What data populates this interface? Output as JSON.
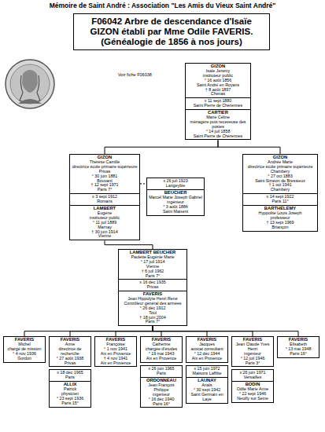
{
  "diagram": {
    "title": "F06042 Arbre de descendance d'Isaïe GIZON établi par Mme Odile FAVERIS. (Généalogie de 1856 à nos jours)",
    "nodes": [
      {
        "text": [
          "GIZON",
          "Isaïe Jeremy",
          "instituteur public",
          "° 16 août 1856",
          "Saint André en Royans",
          "† 8 août 1897",
          "Chenas"
        ]
      },
      {
        "text": [
          "x 11 sept 1880",
          "Saint Pierre de Chérennes"
        ]
      },
      {
        "text": [
          "CARTIER",
          "Marie Céline",
          "ménagère puis receveuse des postes",
          "° 14 juil 1858",
          "Saint Pierre de Chérennes"
        ]
      },
      {
        "text": [
          "GIZON",
          "Thérèse Camille",
          "directrice école primaire supérieure Privas",
          "° 30 juin 1881",
          "Bouvant",
          "† 12 sept 1971",
          "Paris 7°"
        ]
      },
      {
        "text": [
          "x 26 juil 1923",
          "Langeybie"
        ]
      },
      {
        "text": [
          "BEUCHER",
          "Marcel Marie Joseph Gabriel",
          "ingénieur",
          "° 3 août 1884",
          "Saint Maixent"
        ]
      },
      {
        "text": [
          "GIZON",
          "Andrée Marie",
          "directrice école primaire supérieure Chambéry",
          "° 27 oct 1883",
          "Saint Siméon de Bressieux",
          "† 1 oct 1941",
          "Chambéry"
        ]
      },
      {
        "text": [
          "x 3 sept 1912",
          "Romans"
        ]
      },
      {
        "text": [
          "LAMBERT",
          "Eugène",
          "instituteur public",
          "° 11 juil 1889",
          "Marnay",
          "† 30 juin 1914",
          "Vienne"
        ]
      },
      {
        "text": [
          "x 14 sept 1922",
          "Paris 11°"
        ]
      },
      {
        "text": [
          "BARTHELEMY",
          "Hyppolite Louis Joseph",
          "professeur",
          "† 13 sept 1969",
          "Briançon"
        ]
      },
      {
        "text": [
          "LAMBERT BEUCHER",
          "Paulette Eugénie Marie",
          "° 17 juil 1914",
          "Vienne",
          "† 6 juil 1962",
          "Paris 7°"
        ]
      },
      {
        "text": [
          "x 16 déc 1935",
          "Privas"
        ]
      },
      {
        "text": [
          "FAVERIS",
          "Jean Hippolyte Henri René",
          "Contrôleur général des armées",
          "° 26 déc 1912",
          "Toul",
          "† 18 juin 2004",
          "Paris 7°"
        ]
      },
      {
        "text": [
          "FAVERIS",
          "Michel",
          "chargé de mission",
          "° 4 nov 1936",
          "Gordon"
        ]
      },
      {
        "text": [
          "FAVERIS",
          "Anne",
          "directrice de recherche",
          "° 27 août 1938",
          "Privas"
        ]
      },
      {
        "text": [
          "FAVERIS",
          "Françoise",
          "° 1 nov 1941",
          "Aix en Provence",
          "† 4 nov 1941",
          "Aix en Provence"
        ]
      },
      {
        "text": [
          "FAVERIS",
          "Catherine",
          "chargée d'études",
          "° 19 mai 1943",
          "Aix en Provence"
        ]
      },
      {
        "text": [
          "FAVERIS",
          "Jacques",
          "avocat consultant",
          "° 12 déc 1944",
          "Aix en Provence"
        ]
      },
      {
        "text": [
          "FAVERIS",
          "Jean Claude Yves Henri",
          "ingénieur",
          "° 12 juil 1946",
          "Paris 3°"
        ]
      },
      {
        "text": [
          "FAVERIS",
          "Elisabeth",
          "° 13 mai 1948",
          "Paris 16°"
        ]
      },
      {
        "text": [
          "x 18 déc 1965",
          "Paris"
        ]
      },
      {
        "text": [
          "ALLIX",
          "Patrick",
          "physicien",
          "° 23 sept 1936",
          "Paris 15°"
        ]
      },
      {
        "text": [
          "x 26 juin 1965",
          "Paris"
        ]
      },
      {
        "text": [
          "ORDONNEAU",
          "Jean François Philippe",
          "ingénieur",
          "° 16 déc 1940",
          "Paris 16°"
        ]
      },
      {
        "text": [
          "x 15 juin 1972",
          "Maisons Laffitte"
        ]
      },
      {
        "text": [
          "LAUNAY",
          "Anaïs",
          "° 30 sept 1942",
          "Saint Germain en Laye"
        ]
      },
      {
        "text": [
          "x 26 juin 1971",
          "Versailles"
        ]
      },
      {
        "text": [
          "BODIN",
          "Odile Marie Anne",
          "° 22 sept 1946",
          "Neuilly sur Seine"
        ]
      }
    ],
    "edges": [
      {
        "from": 2,
        "to": 3,
        "arrow": "none"
      },
      {
        "from": 2,
        "to": 6,
        "arrow": "none"
      },
      {
        "from": 3,
        "to": 4,
        "arrow": "none"
      },
      {
        "from": 8,
        "to": 11,
        "arrow": "none"
      },
      {
        "from": 13,
        "to": 14,
        "arrow": "none"
      },
      {
        "from": 13,
        "to": 15,
        "arrow": "none"
      },
      {
        "from": 13,
        "to": 16,
        "arrow": "none"
      },
      {
        "from": 13,
        "to": 17,
        "arrow": "none"
      },
      {
        "from": 13,
        "to": 18,
        "arrow": "none"
      },
      {
        "from": 13,
        "to": 19,
        "arrow": "none"
      },
      {
        "from": 13,
        "to": 20,
        "arrow": "none"
      }
    ],
    "labels": [
      "Mémoire de Saint André : Association \"Les Amis du Vieux Saint André\"",
      "Voir fiche F06038"
    ]
  }
}
